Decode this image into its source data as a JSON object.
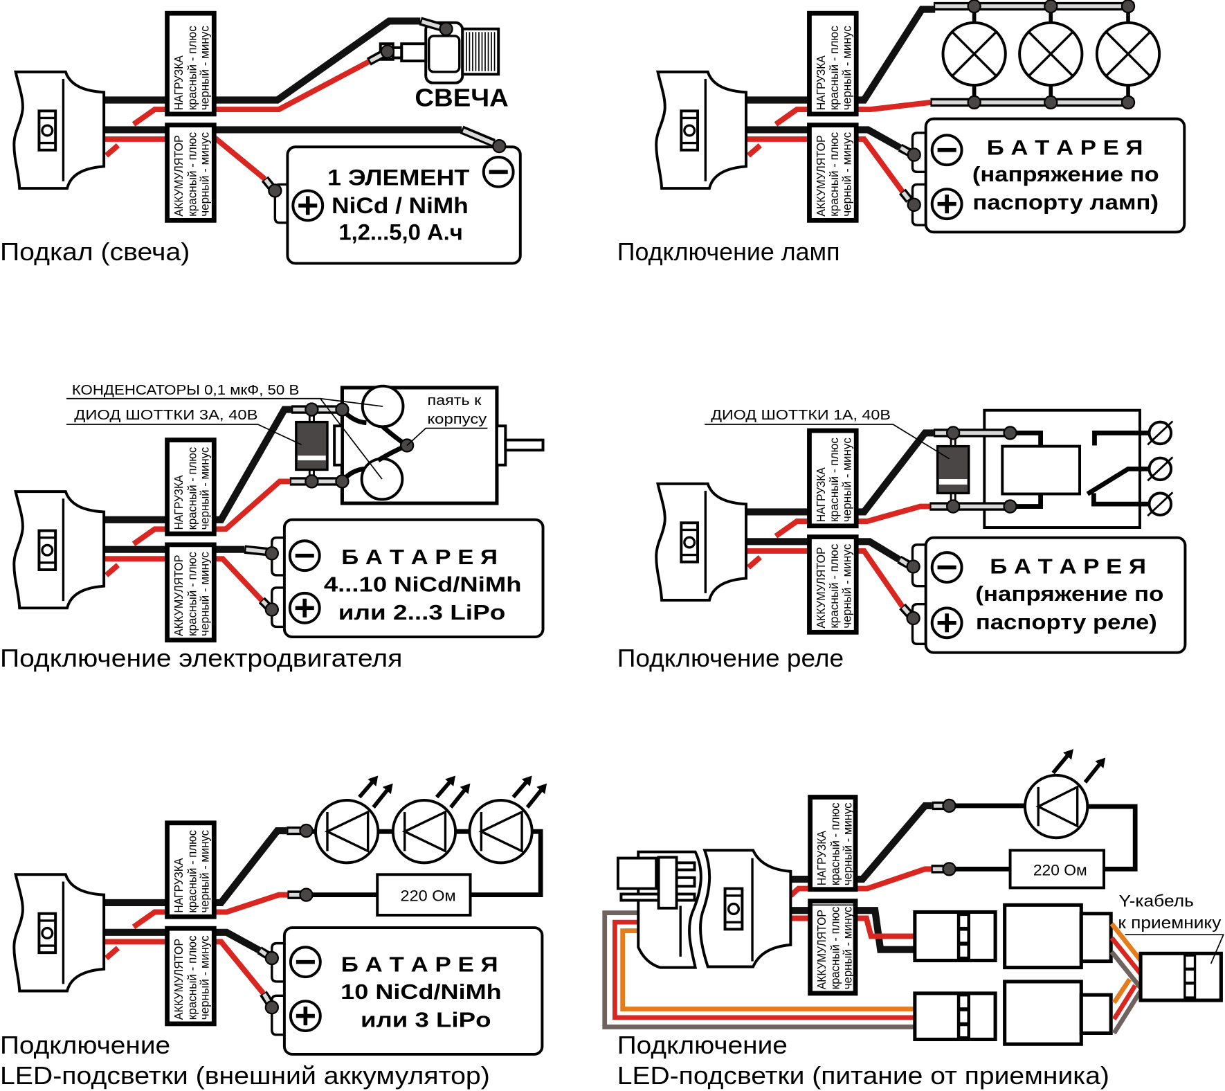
{
  "colors": {
    "wire_black": "#111111",
    "wire_red": "#d92620",
    "wire_orange": "#e57c1c",
    "wire_grey": "#6e635e",
    "terminal": "#4a4646",
    "sleeve": "#d9d9d9"
  },
  "wire_labels": {
    "load": {
      "title": "НАГРУЗКА",
      "plus": "красный - плюс",
      "minus": "черный - минус"
    },
    "battery": {
      "title": "АККУМУЛЯТОР",
      "plus": "красный - плюс",
      "minus": "черный - минус"
    }
  },
  "diagrams": {
    "glow_plug": {
      "caption": "Подкал (свеча)",
      "plug_label": "СВЕЧА",
      "battery_lines": [
        "1  ЭЛЕМЕНТ",
        "NiCd / NiMh",
        "1,2...5,0 А.ч"
      ]
    },
    "lamps": {
      "caption": "Подключение ламп",
      "lamp_count": 3,
      "battery_lines": [
        "Б А Т А Р Е Я",
        "(напряжение по",
        "паспорту ламп)"
      ]
    },
    "motor": {
      "caption": "Подключение электродвигателя",
      "capacitors_note": "КОНДЕНСАТОРЫ 0,1 мкФ, 50 В",
      "diode_note": "ДИОД ШОТТКИ 3А, 40В",
      "solder_note": [
        "паять к",
        "корпусу"
      ],
      "battery_lines": [
        "Б А Т А Р Е Я",
        "4...10  NiCd/NiMh",
        "или  2...3 LiPo"
      ]
    },
    "relay": {
      "caption": "Подключение реле",
      "diode_note": "ДИОД ШОТТКИ 1А, 40В",
      "battery_lines": [
        "Б А Т А Р Е Я",
        "(напряжение по",
        "паспорту реле)"
      ]
    },
    "led_external": {
      "caption": [
        "Подключение",
        "LED-подсветки (внешний аккумулятор)"
      ],
      "led_count": 3,
      "resistor": "220 Ом",
      "battery_lines": [
        "Б А Т А Р Е Я",
        "10  NiCd/NiMh",
        "или  3 LiPo"
      ]
    },
    "led_receiver": {
      "caption": [
        "Подключение",
        "LED-подсветки (питание от приемника)"
      ],
      "led_count": 1,
      "resistor": "220 Ом",
      "y_cable_note": [
        "Y-кабель",
        "к приемнику"
      ]
    }
  }
}
